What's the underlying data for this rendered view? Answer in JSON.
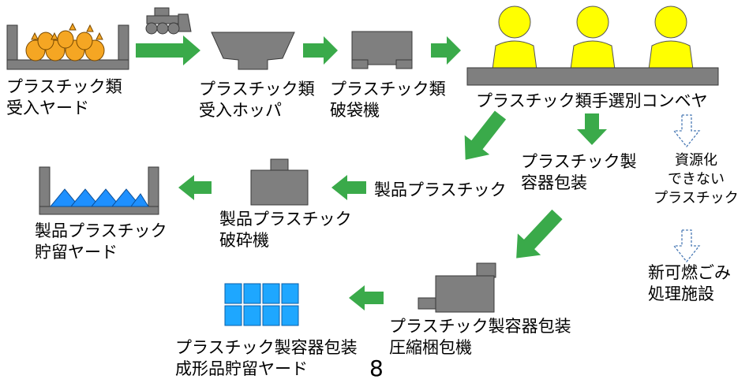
{
  "labels": {
    "receiving_yard": [
      "プラスチック類",
      "受入ヤード"
    ],
    "receiving_hopper": [
      "プラスチック類",
      "受入ホッパ"
    ],
    "bag_breaker": [
      "プラスチック類",
      "破袋機"
    ],
    "sorting_conveyor": "プラスチック類手選別コンベヤ",
    "product_plastic": "製品プラスチック",
    "container_packaging": [
      "プラスチック製",
      "容器包装"
    ],
    "non_recyclable": [
      "資源化",
      "できない",
      "プラスチック"
    ],
    "product_storage_yard": [
      "製品プラスチック",
      "貯留ヤード"
    ],
    "product_crusher": [
      "製品プラスチック",
      "破砕機"
    ],
    "incineration_facility": [
      "新可燃ごみ",
      "処理施設"
    ],
    "compression_baler": [
      "プラスチック製容器包装",
      "圧縮梱包機"
    ],
    "molded_storage_yard": [
      "プラスチック製容器包装",
      "成形品貯留ヤード"
    ]
  },
  "page_number": "8",
  "colors": {
    "machine_gray": "#7f7f7f",
    "outline": "#3a3a3a",
    "arrow_green": "#3aaa4a",
    "worker_yellow": "#ffff00",
    "bag_orange": "#f5a623",
    "triangle_blue": "#1e90ff",
    "block_blue": "#1ea7ff",
    "dashed_arrow_blue": "#4a7ab5"
  }
}
